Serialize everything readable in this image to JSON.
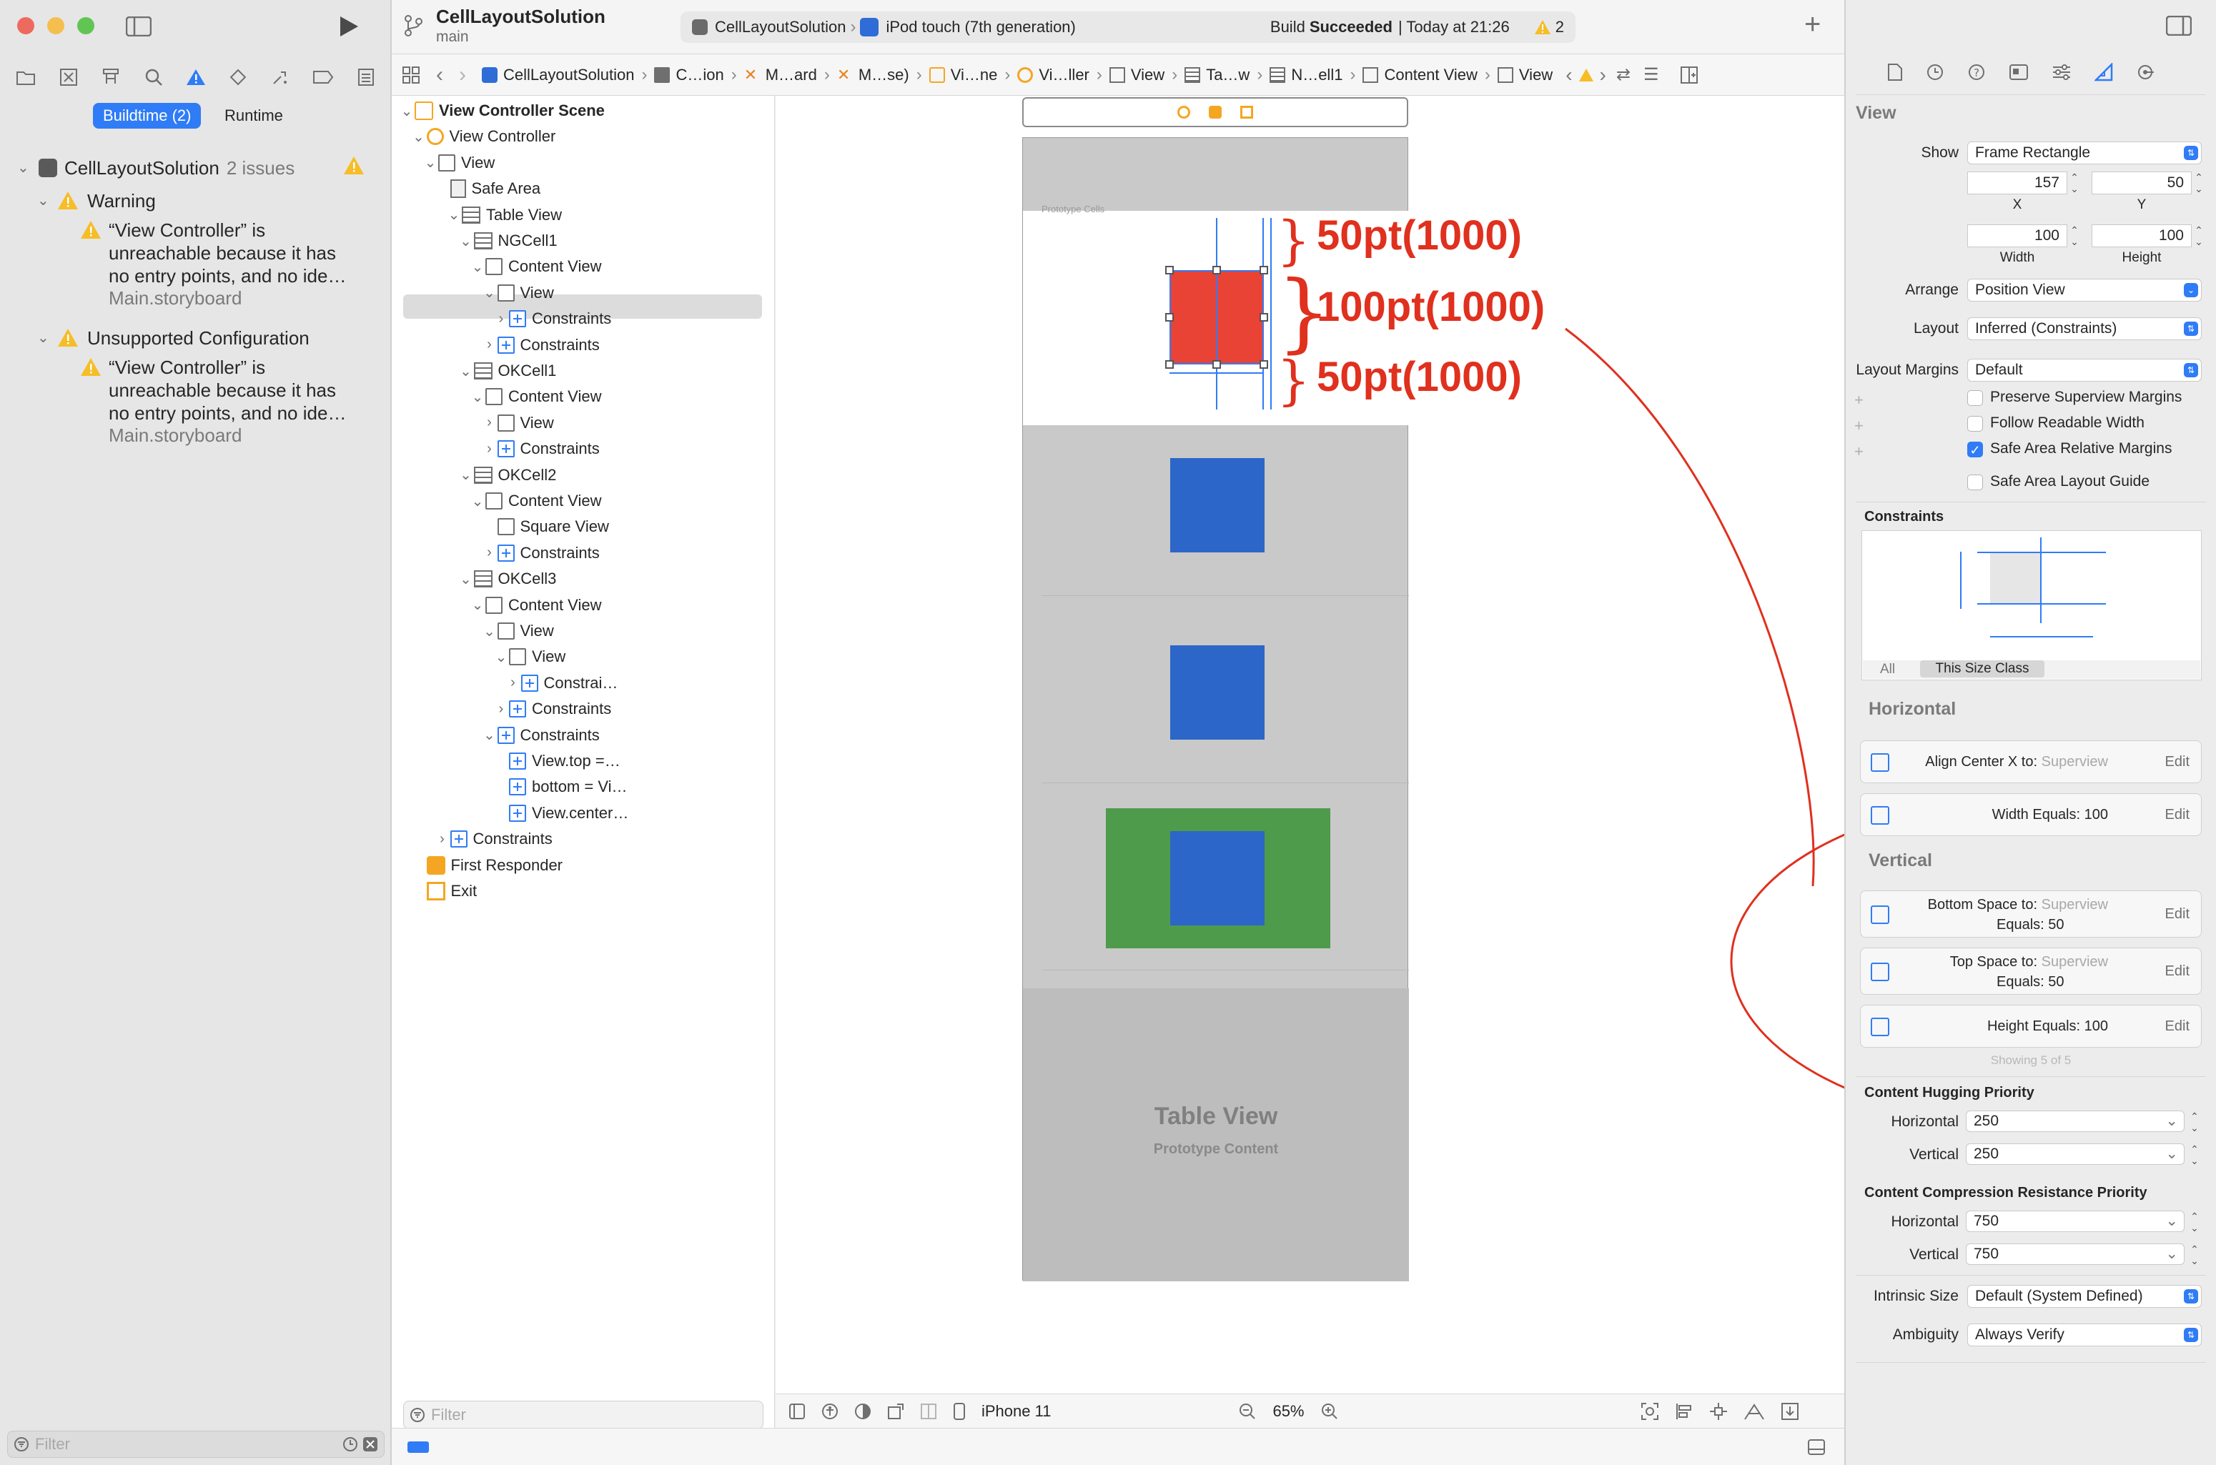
{
  "project": {
    "name": "CellLayoutSolution",
    "branch": "main"
  },
  "toolbar": {
    "scheme": "CellLayoutSolution",
    "device": "iPod touch (7th generation)",
    "build_prefix": "Build",
    "build_status": "Succeeded",
    "build_time": "| Today at 21:26",
    "warning_count": "2"
  },
  "navigator": {
    "tabs": [
      "Buildtime (2)",
      "Runtime"
    ],
    "project_row": {
      "name": "CellLayoutSolution",
      "count": "2 issues"
    },
    "groups": [
      {
        "title": "Warning",
        "message": [
          "“View Controller” is",
          "unreachable because it has",
          "no entry points, and no ide…"
        ],
        "file": "Main.storyboard"
      },
      {
        "title": "Unsupported Configuration",
        "message": [
          "“View Controller” is",
          "unreachable because it has",
          "no entry points, and no ide…"
        ],
        "file": "Main.storyboard"
      }
    ],
    "filter_placeholder": "Filter"
  },
  "breadcrumb": [
    "CellLayoutSolution",
    "C…ion",
    "M…ard",
    "M…se)",
    "Vi…ne",
    "Vi…ller",
    "View",
    "Ta…w",
    "N…ell1",
    "Content View",
    "View"
  ],
  "outline": {
    "rows": [
      "View Controller Scene",
      "View Controller",
      "View",
      "Safe Area",
      "Table View",
      "NGCell1",
      "Content View",
      "View",
      "Constraints",
      "Constraints",
      "OKCell1",
      "Content View",
      "View",
      "Constraints",
      "OKCell2",
      "Content View",
      "Square View",
      "Constraints",
      "OKCell3",
      "Content View",
      "View",
      "View",
      "Constrai…",
      "Constraints",
      "Constraints",
      "View.top =…",
      "bottom = Vi…",
      "View.center…",
      "Constraints",
      "First Responder",
      "Exit"
    ],
    "filter_placeholder": "Filter"
  },
  "canvas": {
    "prototype_cells_label": "Prototype Cells",
    "annotations": [
      "50pt(1000)",
      "100pt(1000)",
      "50pt(1000)"
    ],
    "table_title": "Table View",
    "table_subtitle": "Prototype Content",
    "device_config": "iPhone 11",
    "zoom": "65%",
    "colors": {
      "red": "#e84335",
      "blue": "#2c66c8",
      "green": "#4e9b4c",
      "annotation": "#e0301e"
    }
  },
  "inspector": {
    "title": "View",
    "show_label": "Show",
    "show_value": "Frame Rectangle",
    "x": "157",
    "y": "50",
    "x_label": "X",
    "y_label": "Y",
    "width": "100",
    "height": "100",
    "width_label": "Width",
    "height_label": "Height",
    "arrange_label": "Arrange",
    "arrange_value": "Position View",
    "layout_label": "Layout",
    "layout_value": "Inferred (Constraints)",
    "margins_label": "Layout Margins",
    "margins_value": "Default",
    "checks": [
      {
        "label": "Preserve Superview Margins",
        "checked": false
      },
      {
        "label": "Follow Readable Width",
        "checked": false
      },
      {
        "label": "Safe Area Relative Margins",
        "checked": true
      },
      {
        "label": "Safe Area Layout Guide",
        "checked": false
      }
    ],
    "constraints_title": "Constraints",
    "size_tabs": [
      "All",
      "This Size Class"
    ],
    "horizontal_title": "Horizontal",
    "vertical_title": "Vertical",
    "h_constraints": [
      {
        "label": "Align Center X to:",
        "target": "Superview",
        "equals": "",
        "edit": "Edit"
      },
      {
        "label": "Width Equals:",
        "target": "",
        "equals": "100",
        "edit": "Edit"
      }
    ],
    "v_constraints": [
      {
        "label": "Bottom Space to:",
        "target": "Superview",
        "equals": "Equals:  50",
        "edit": "Edit"
      },
      {
        "label": "Top Space to:",
        "target": "Superview",
        "equals": "Equals:  50",
        "edit": "Edit"
      },
      {
        "label": "Height Equals:",
        "target": "",
        "equals": "100",
        "edit": "Edit"
      }
    ],
    "showing": "Showing 5 of 5",
    "hugging_title": "Content Hugging Priority",
    "hugging": {
      "horizontal": "250",
      "vertical": "250"
    },
    "compression_title": "Content Compression Resistance Priority",
    "compression": {
      "horizontal": "750",
      "vertical": "750"
    },
    "horizontal_label": "Horizontal",
    "vertical_label": "Vertical",
    "intrinsic_label": "Intrinsic Size",
    "intrinsic_value": "Default (System Defined)",
    "ambiguity_label": "Ambiguity",
    "ambiguity_value": "Always Verify"
  }
}
